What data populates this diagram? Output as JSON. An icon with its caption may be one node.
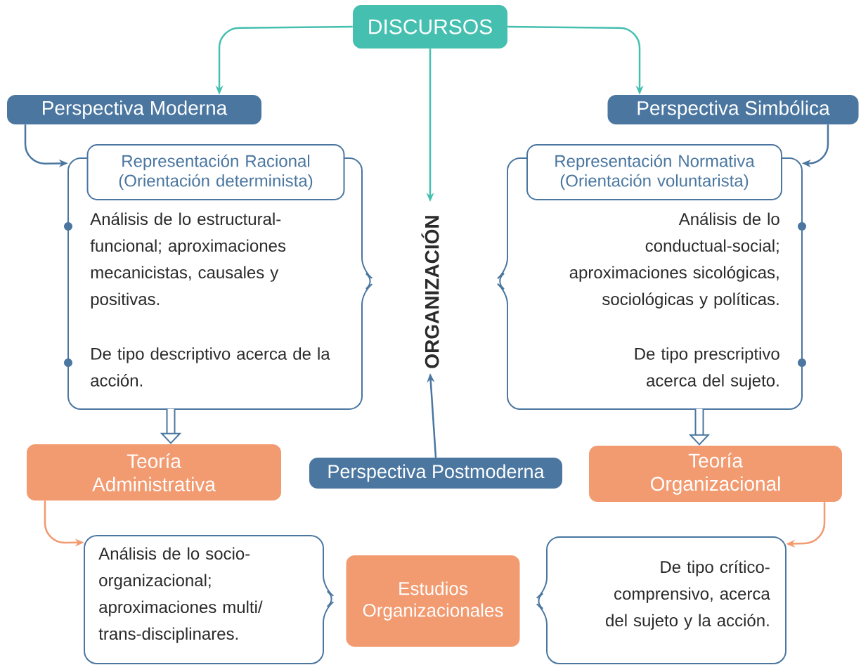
{
  "diagram": {
    "nodes": [
      {
        "text": [
          "DISCURSOS"
        ]
      },
      {
        "text": [
          "Perspectiva Moderna"
        ]
      },
      {
        "text": [
          "Perspectiva Simbólica"
        ]
      },
      {
        "text": [
          "Representación Racional (Orientación determinista)"
        ]
      },
      {
        "text": [
          "Análisis de lo estructural-funcional; aproximaciones mecanicistas, causales y positivas.",
          "De tipo descriptivo acerca de la acción."
        ]
      },
      {
        "text": [
          "Representación Normativa (Orientación voluntarista)"
        ]
      },
      {
        "text": [
          "Análisis de lo conductual-social; aproximaciones sicológicas, sociológicas y políticas.",
          "De tipo prescriptivo acerca del sujeto."
        ]
      },
      {
        "text": [
          "ORGANIZACIÓN"
        ]
      },
      {
        "text": [
          "Teoría Administrativa"
        ]
      },
      {
        "text": [
          "Perspectiva Postmoderna"
        ]
      },
      {
        "text": [
          "Teoría Organizacional"
        ]
      },
      {
        "text": [
          "Análisis de lo socio-organizacional; aproximaciones multi/ trans-disciplinares."
        ]
      },
      {
        "text": [
          "Estudios Organizacionales"
        ]
      },
      {
        "text": [
          "De tipo crítico-comprensivo, acerca del sujeto y la acción."
        ]
      }
    ],
    "edges": [
      {
        "from": 0,
        "to": 1,
        "arrow": "to",
        "color": "#45bfb0"
      },
      {
        "from": 0,
        "to": 2,
        "arrow": "to",
        "color": "#45bfb0"
      },
      {
        "from": 0,
        "to": 7,
        "arrow": "to",
        "color": "#45bfb0"
      },
      {
        "from": 9,
        "to": 7,
        "arrow": "to"
      },
      {
        "from": 1,
        "to": 4,
        "arrow": "to"
      },
      {
        "from": 2,
        "to": 6,
        "arrow": "to"
      },
      {
        "from": 4,
        "to": 8,
        "arrow": "to",
        "style": "thick"
      },
      {
        "from": 6,
        "to": 10,
        "arrow": "to",
        "style": "thick"
      },
      {
        "from": 8,
        "to": 11,
        "arrow": "to",
        "color": "#f29a70"
      },
      {
        "from": 10,
        "to": 13,
        "arrow": "to",
        "color": "#f29a70"
      }
    ]
  }
}
